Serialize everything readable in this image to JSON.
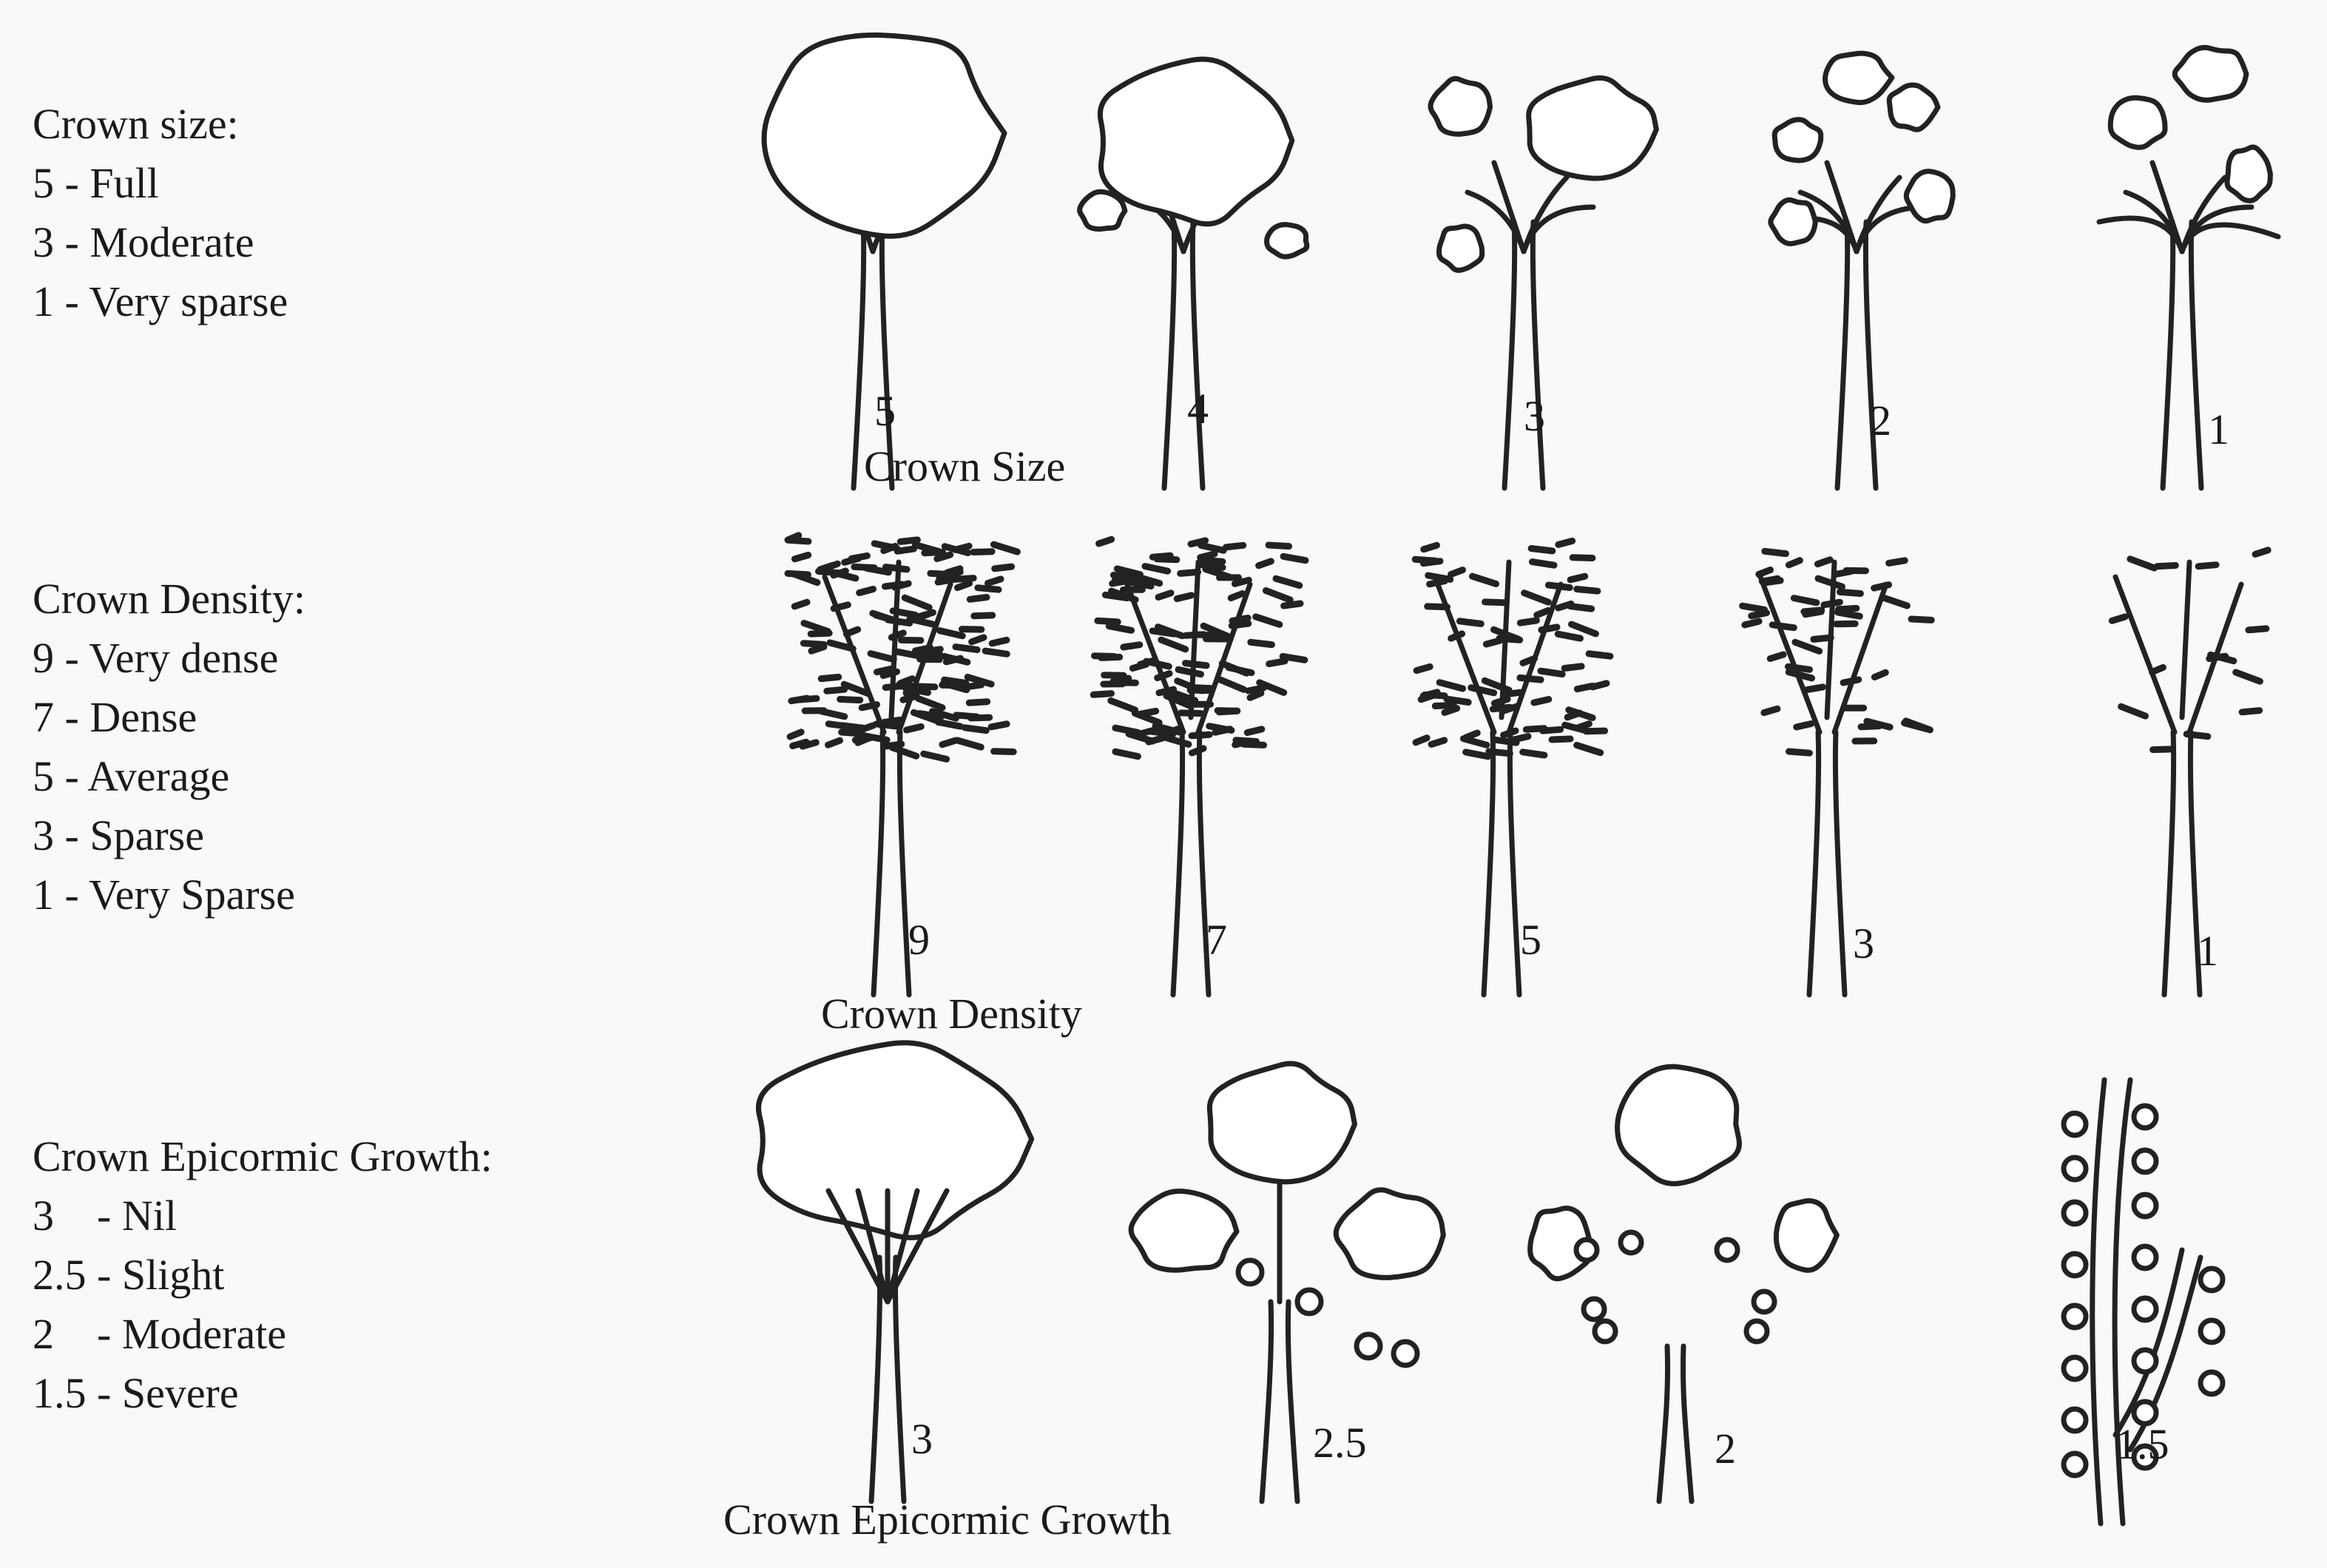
{
  "legends": {
    "size": {
      "heading": "Crown size:",
      "items": [
        "5 - Full",
        "3 - Moderate",
        "1 - Very sparse"
      ]
    },
    "density": {
      "heading": "Crown Density:",
      "items": [
        "9 - Very dense",
        "7 - Dense",
        "5 - Average",
        "3 - Sparse",
        "1 - Very Sparse"
      ]
    },
    "epicormic": {
      "heading": "Crown Epicormic Growth:",
      "items": [
        "3    - Nil",
        "2.5 - Slight",
        "2    - Moderate",
        "1.5 - Severe"
      ]
    }
  },
  "rows": {
    "size": {
      "caption": "Crown Size",
      "labels": [
        "5",
        "4",
        "3",
        "2",
        "1"
      ],
      "scores": [
        5,
        4,
        3,
        2,
        1
      ]
    },
    "density": {
      "caption": "Crown Density",
      "labels": [
        "9",
        "7",
        "5",
        "3",
        "1"
      ],
      "scores": [
        9,
        7,
        5,
        3,
        1
      ]
    },
    "epicormic": {
      "caption": "Crown Epicormic Growth",
      "labels": [
        "3",
        "2.5",
        "2",
        "1.5"
      ],
      "scores": [
        3,
        2.5,
        2,
        1.5
      ]
    }
  },
  "colors": {
    "background": "#f7f9fb",
    "ink": "#222222"
  },
  "icons": {
    "tree": "tree-sketch-icon",
    "leaf": "leaf-stroke-icon",
    "bud": "epicormic-bud-icon"
  }
}
